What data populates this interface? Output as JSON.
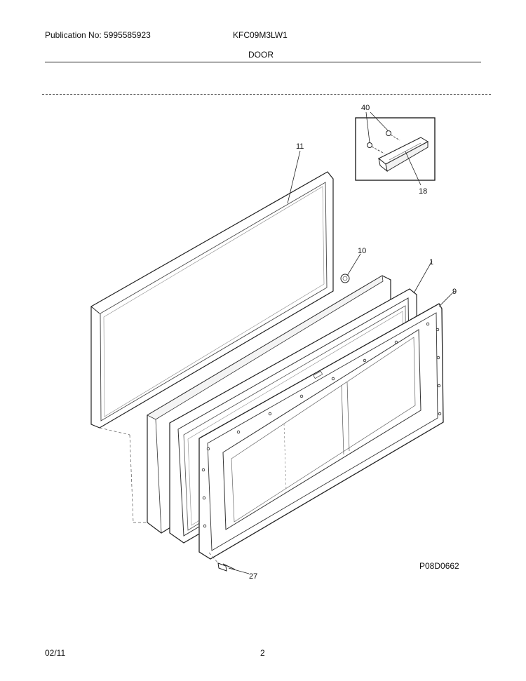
{
  "header": {
    "publication": "Publication No: 5995585923",
    "model": "KFC09M3LW1",
    "section": "DOOR"
  },
  "diagram": {
    "callouts": {
      "part_40": "40",
      "part_11": "11",
      "part_18": "18",
      "part_10": "10",
      "part_1": "1",
      "part_9": "9",
      "part_27": "27"
    },
    "drawing_code": "P08D0662"
  },
  "footer": {
    "date": "02/11",
    "page": "2"
  }
}
